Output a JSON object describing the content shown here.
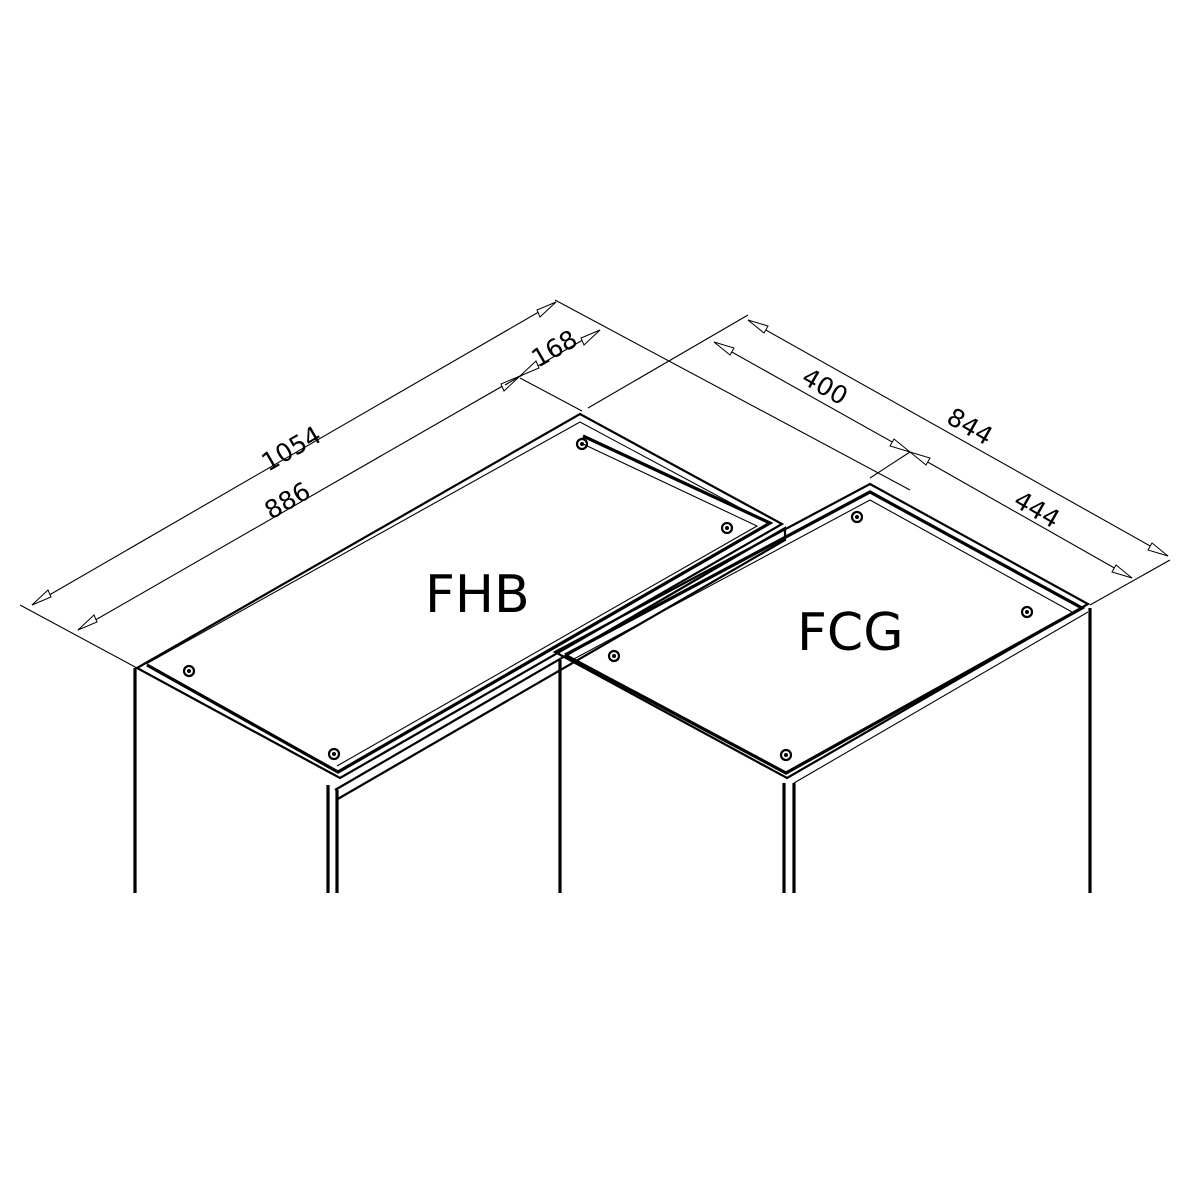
{
  "cabinets": [
    {
      "label": "FHB"
    },
    {
      "label": "FCG"
    }
  ],
  "dimensions": {
    "total_width": "1054",
    "fhb_width": "886",
    "corner_offset": "168",
    "fcg_total": "844",
    "fcg_front": "400",
    "fcg_side": "444"
  }
}
